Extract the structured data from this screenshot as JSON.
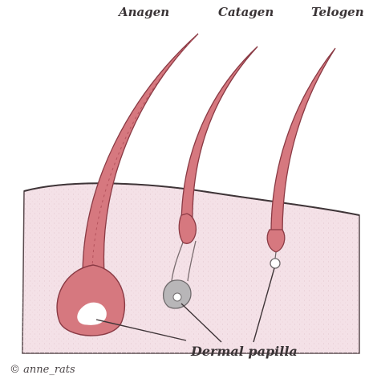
{
  "labels": {
    "anagen": "Anagen",
    "catagen": "Catagen",
    "telogen": "Telogen",
    "papilla": "Dermal papilla",
    "credit": "© anne_rats"
  },
  "colors": {
    "skin": "#f4e1e7",
    "hair": "#d6787f",
    "hair_stroke": "#8a3a44",
    "ink": "#3a3436"
  }
}
